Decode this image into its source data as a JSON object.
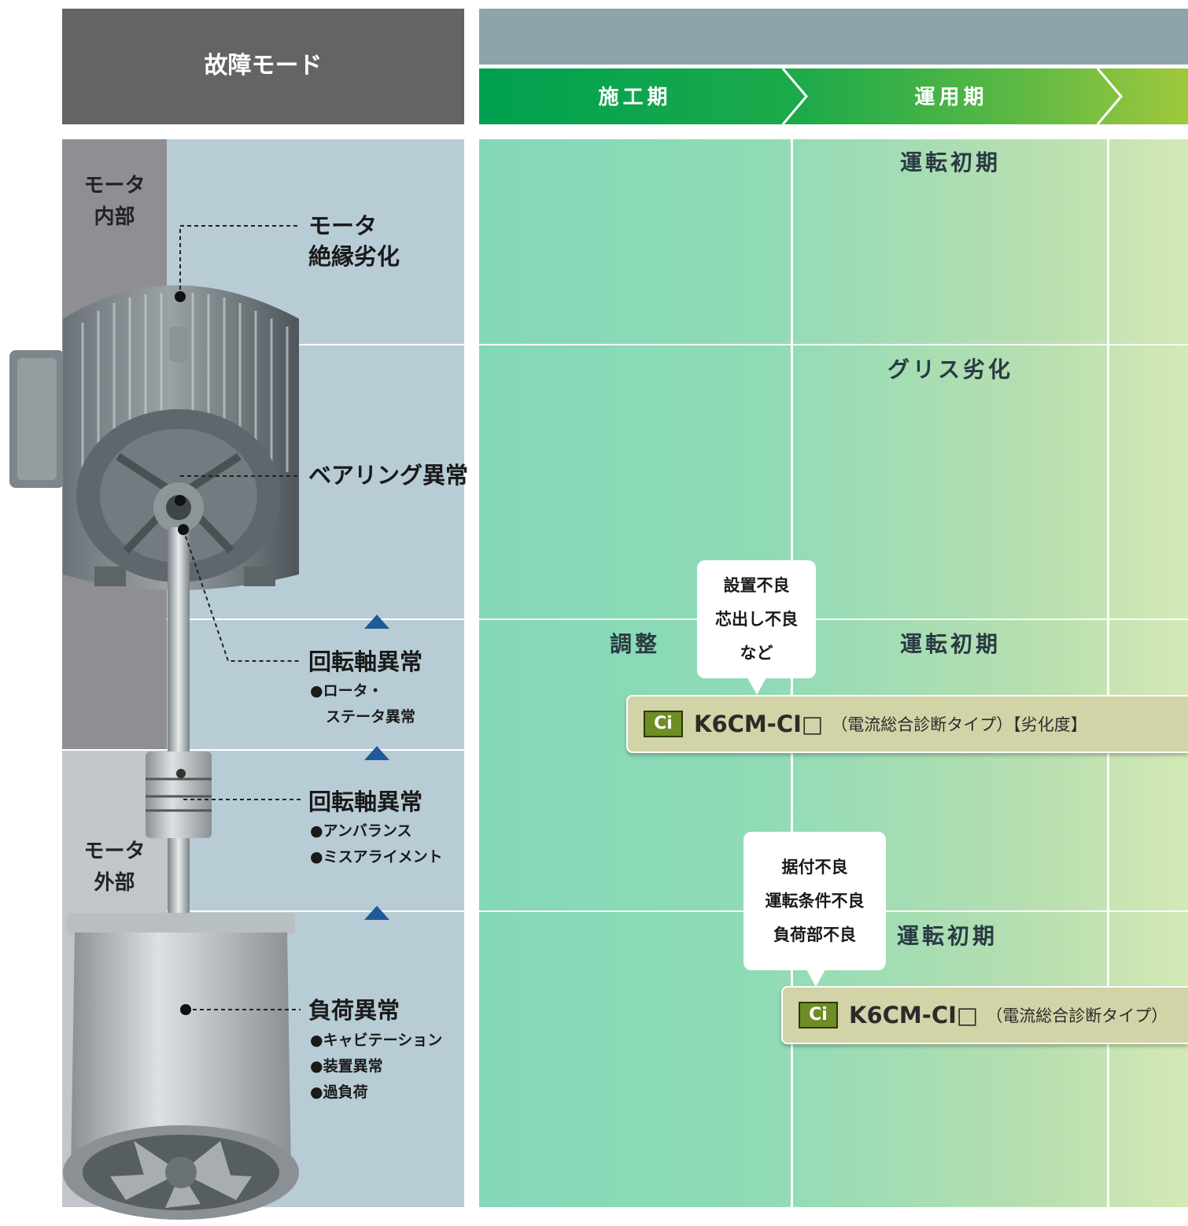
{
  "header": {
    "failure_mode_title": "故障モード",
    "phases": [
      "施工期",
      "運用期"
    ]
  },
  "categories": {
    "motor_internal": "モータ\n内部",
    "motor_external": "モータ\n外部"
  },
  "failure_modes": {
    "insulation": {
      "title": "モータ\n絶縁劣化"
    },
    "bearing": {
      "title": "ベアリング異常"
    },
    "shaft1": {
      "title": "回転軸異常",
      "items": [
        "●ロータ・",
        "ステータ異常"
      ]
    },
    "shaft2": {
      "title": "回転軸異常",
      "items": [
        "●アンバランス",
        "●ミスアライメント"
      ]
    },
    "load": {
      "title": "負荷異常",
      "items": [
        "●キャビテーション",
        "●装置異常",
        "●過負荷"
      ]
    }
  },
  "grid": {
    "row1_label": "運転初期",
    "row2_label": "グリス劣化",
    "row3_left_label": "調整",
    "row3_label": "運転初期",
    "row4_label": "運転初期"
  },
  "callouts": {
    "install": [
      "設置不良",
      "芯出し不良",
      "など"
    ],
    "mounting": [
      "据付不良",
      "運転条件不良",
      "負荷部不良"
    ]
  },
  "products": {
    "badge": "Ci",
    "degradation": {
      "name": "K6CM-CI□",
      "desc": "（電流総合診断タイプ）【劣化度】"
    },
    "general": {
      "name": "K6CM-CI□",
      "desc": "（電流総合診断タイプ）"
    }
  },
  "colors": {
    "header_dark": "#646464",
    "phase_green_start": "#00a050",
    "phase_green_end": "#a0c83c",
    "triangle_blue": "#1e5b96"
  }
}
